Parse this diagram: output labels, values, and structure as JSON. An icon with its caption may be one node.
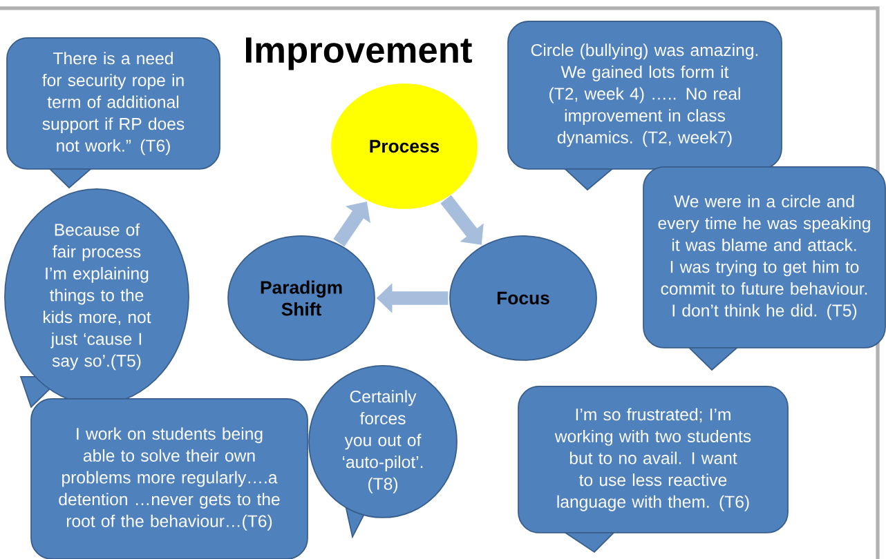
{
  "diagram": {
    "title": "Improvement",
    "nodes": [
      {
        "text": [
          "Process"
        ]
      },
      {
        "text": [
          "Focus"
        ]
      },
      {
        "text": [
          "Paradigm Shift"
        ]
      },
      {
        "text": [
          "There is a need for security rope in term of additional support if RP does not work.” (T6)"
        ]
      },
      {
        "text": [
          "Circle (bullying) was amazing. We gained lots form it (T2, week 4) ….. No real improvement in class dynamics. (T2, week7)"
        ]
      },
      {
        "text": [
          "We were in a circle and every time he was speaking it was blame and attack. I was trying to get him to commit to future behaviour. I don’t think he did. (T5)"
        ]
      },
      {
        "text": [
          "Because of fair process I’m explaining things to the kids more, not just ‘cause I say so’.(T5)"
        ]
      },
      {
        "text": [
          "I work on students being able to solve their own problems more regularly….a detention …never gets to the root of the behaviour…(T6)"
        ]
      },
      {
        "text": [
          "Certainly forces you out of ‘auto-pilot’. (T8)"
        ]
      },
      {
        "text": [
          "I’m so frustrated; I’m working with two students but to no avail. I want to use less reactive language with them. (T6)"
        ]
      }
    ],
    "edges": [
      {
        "from": 0,
        "to": 1,
        "arrow": "to"
      },
      {
        "from": 1,
        "to": 2,
        "arrow": "to"
      },
      {
        "from": 2,
        "to": 0,
        "arrow": "to"
      }
    ]
  }
}
